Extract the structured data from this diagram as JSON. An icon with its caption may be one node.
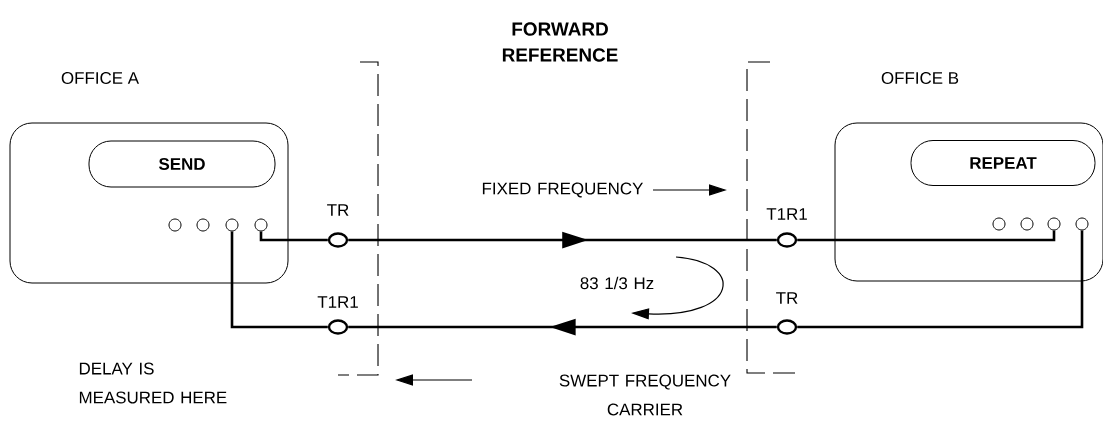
{
  "diagram": {
    "title": "FORWARD REFERENCE",
    "nodes": [
      {
        "text": [
          "OFFICE A"
        ]
      },
      {
        "text": [
          "SEND"
        ],
        "in": 0
      },
      {
        "text": [
          "OFFICE B"
        ]
      },
      {
        "text": [
          "REPEAT"
        ],
        "in": 2
      },
      {
        "text": [],
        "shape": "circle",
        "in": 0
      },
      {
        "text": [],
        "shape": "circle",
        "in": 0
      },
      {
        "text": [],
        "shape": "circle",
        "in": 0
      },
      {
        "text": [],
        "shape": "circle",
        "in": 0
      },
      {
        "text": [],
        "shape": "circle",
        "in": 2
      },
      {
        "text": [],
        "shape": "circle",
        "in": 2
      },
      {
        "text": [],
        "shape": "circle",
        "in": 2
      },
      {
        "text": [],
        "shape": "circle",
        "in": 2
      },
      {
        "text": [
          "TR"
        ]
      },
      {
        "text": [
          "T1R1"
        ]
      },
      {
        "text": [
          "T1R1"
        ]
      },
      {
        "text": [
          "TR"
        ]
      }
    ],
    "edges": [
      {
        "from": 7,
        "to": 12,
        "arrow": "none"
      },
      {
        "from": 12,
        "to": 14,
        "arrow": "to"
      },
      {
        "from": 14,
        "to": 10,
        "arrow": "none"
      },
      {
        "from": 11,
        "to": 15,
        "arrow": "none"
      },
      {
        "from": 15,
        "to": 13,
        "arrow": "to"
      },
      {
        "from": 13,
        "to": 6,
        "arrow": "none"
      }
    ],
    "labels": [
      "FIXED FREQUENCY",
      "83 1/3 Hz",
      "DELAY IS MEASURED HERE",
      "SWEPT FREQUENCY CARRIER"
    ]
  }
}
